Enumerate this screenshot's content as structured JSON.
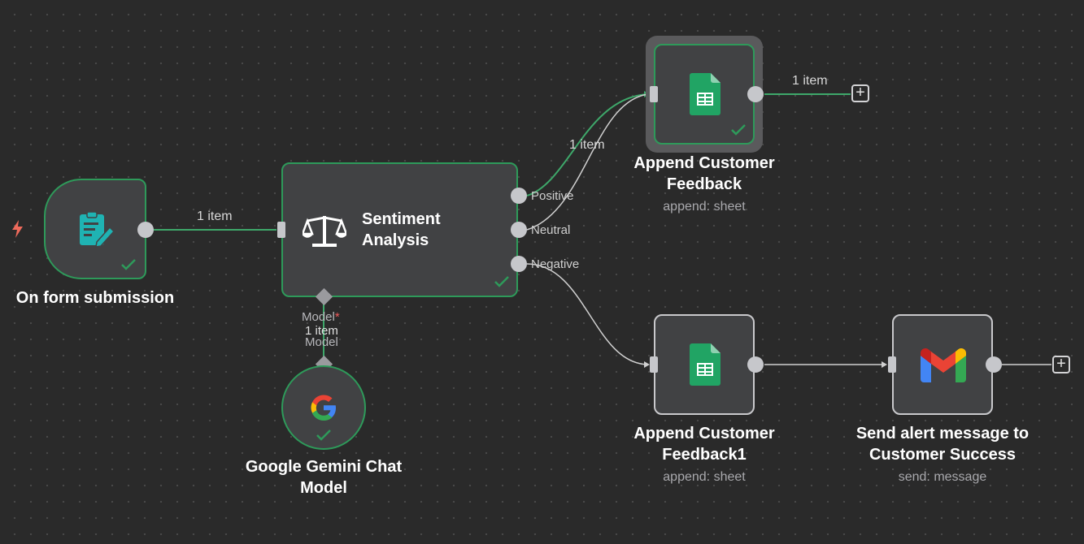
{
  "canvas": {
    "background": "#2a2a2a",
    "accent_success": "#2e9a5a",
    "connection_color": "#3ea86a"
  },
  "trigger": {
    "icon": "lightning-bolt-icon"
  },
  "nodes": {
    "form": {
      "title": "On form submission",
      "icon": "form-edit-icon",
      "status": "success"
    },
    "sentiment": {
      "title_line1": "Sentiment",
      "title_line2": "Analysis",
      "icon": "scale-balance-icon",
      "status": "success",
      "outputs": [
        "Positive",
        "Neutral",
        "Negative"
      ]
    },
    "gemini": {
      "title_line1": "Google Gemini Chat",
      "title_line2": "Model",
      "icon": "google-g-icon",
      "status": "success"
    },
    "append1": {
      "title_line1": "Append Customer",
      "title_line2": "Feedback",
      "subtitle": "append: sheet",
      "icon": "google-sheets-icon",
      "status": "success"
    },
    "append2": {
      "title_line1": "Append Customer",
      "title_line2": "Feedback1",
      "subtitle": "append: sheet",
      "icon": "google-sheets-icon"
    },
    "gmail": {
      "title_line1": "Send alert message to",
      "title_line2": "Customer Success",
      "subtitle": "send: message",
      "icon": "gmail-icon"
    }
  },
  "connections": {
    "form_to_sentiment": "1 item",
    "positive_to_append": "1 item",
    "append_out": "1 item",
    "model_label": "Model",
    "model_required": "*",
    "model_items": "1 item",
    "model_label_bottom": "Model"
  }
}
